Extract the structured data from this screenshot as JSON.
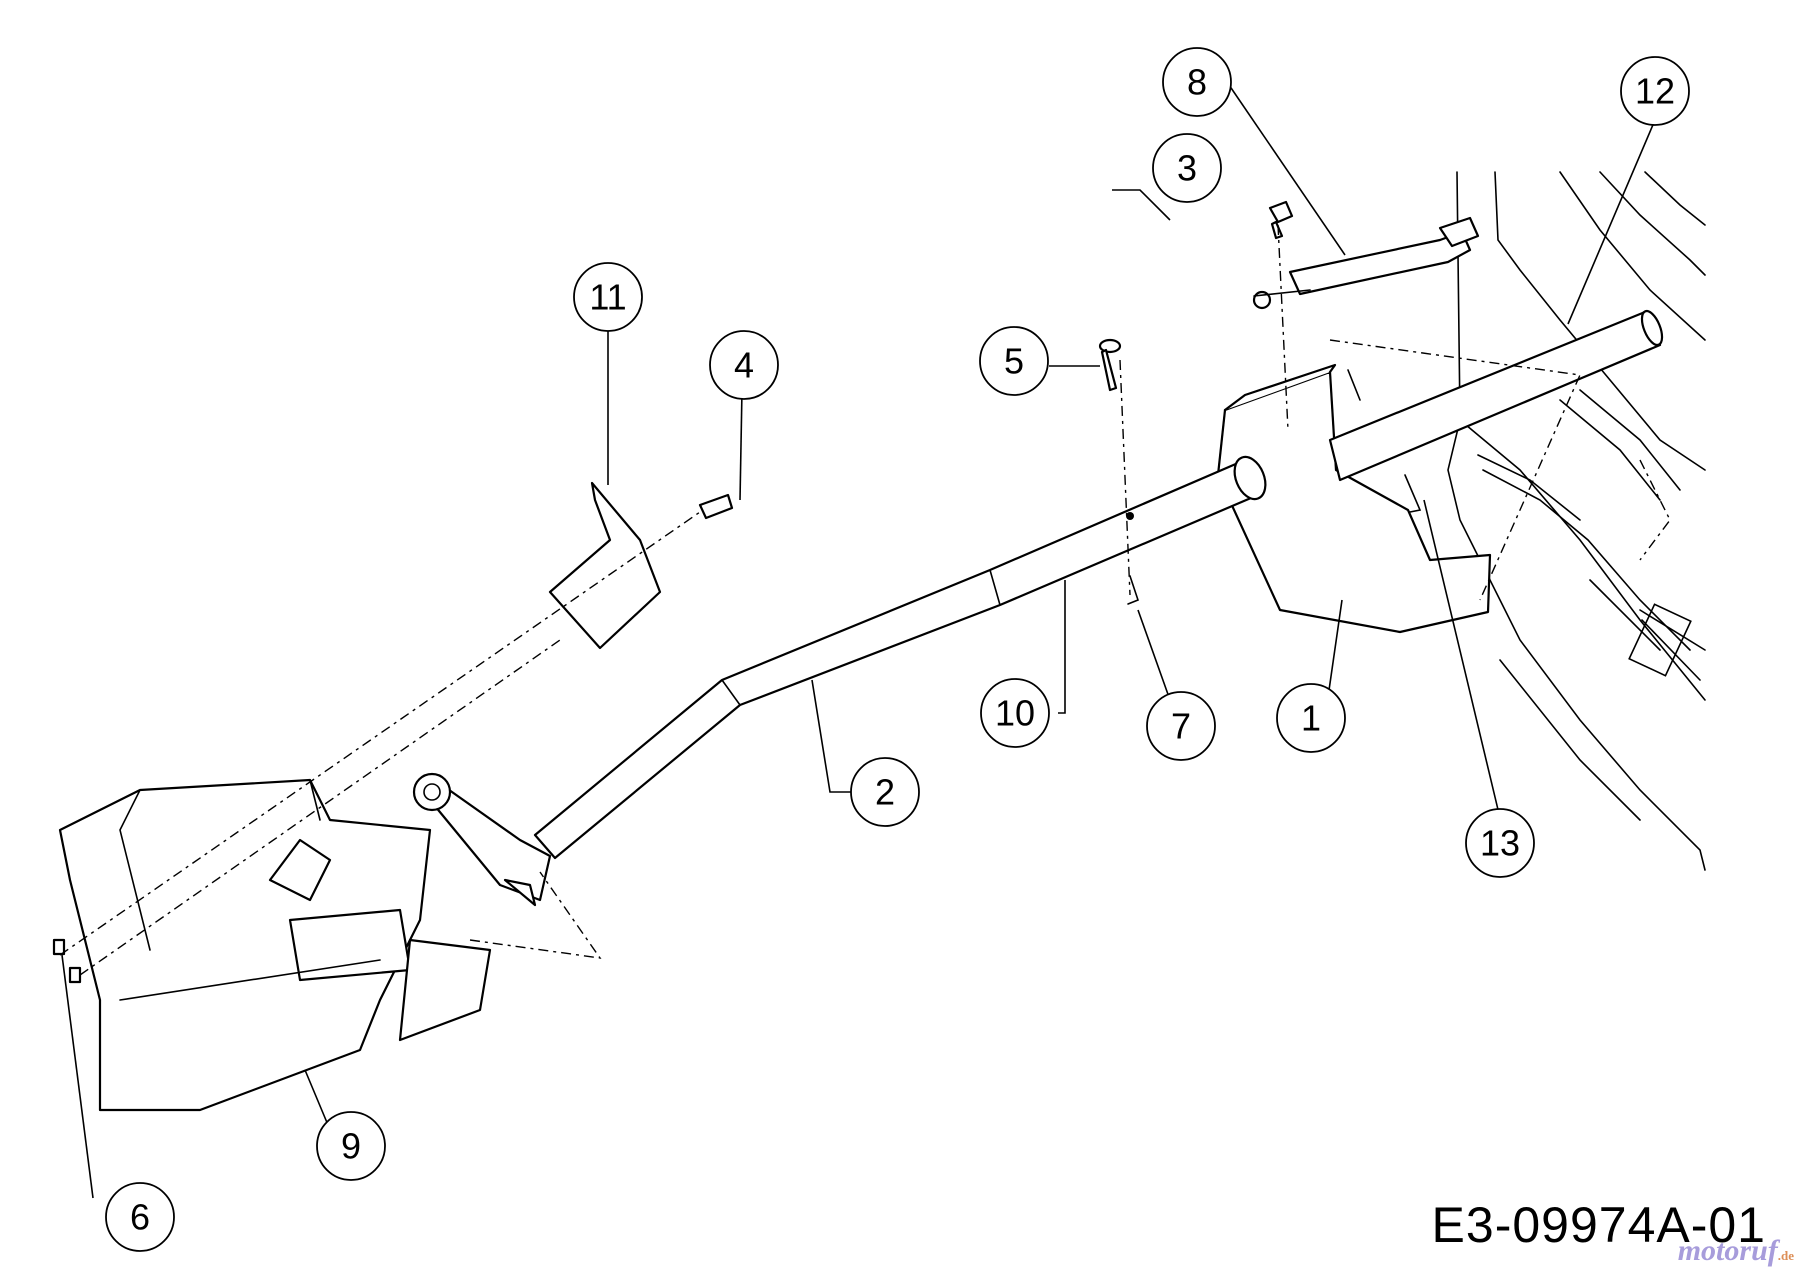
{
  "drawing_id": "E3-09974A-01",
  "watermark": {
    "text": "motoruf",
    "suffix": ".de"
  },
  "callouts": [
    {
      "id": "c1",
      "label": "1"
    },
    {
      "id": "c2",
      "label": "2"
    },
    {
      "id": "c3",
      "label": "3"
    },
    {
      "id": "c4",
      "label": "4"
    },
    {
      "id": "c5",
      "label": "5"
    },
    {
      "id": "c6",
      "label": "6"
    },
    {
      "id": "c7",
      "label": "7"
    },
    {
      "id": "c8",
      "label": "8"
    },
    {
      "id": "c9",
      "label": "9"
    },
    {
      "id": "c10",
      "label": "10"
    },
    {
      "id": "c11",
      "label": "11"
    },
    {
      "id": "c12",
      "label": "12"
    },
    {
      "id": "c13",
      "label": "13"
    }
  ]
}
